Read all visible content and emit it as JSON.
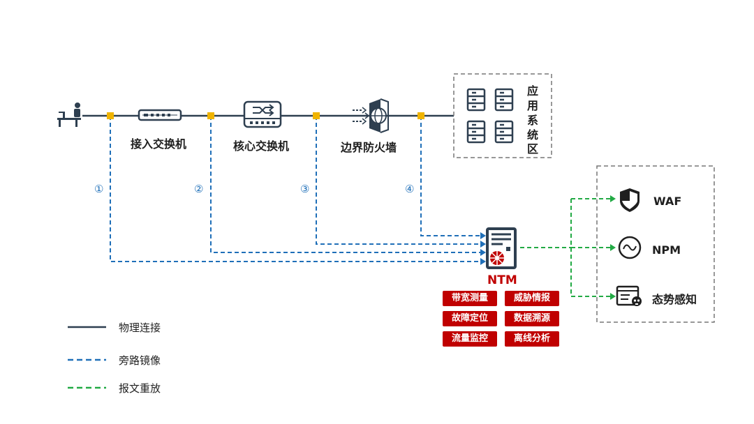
{
  "nodes": {
    "access_switch": "接入交换机",
    "core_switch": "核心交换机",
    "firewall": "边界防火墙",
    "app_zone": [
      "应",
      "用",
      "系",
      "统",
      "区"
    ],
    "ntm": "NTM"
  },
  "mirror_points": [
    "①",
    "②",
    "③",
    "④"
  ],
  "ntm_functions": [
    "带宽测量",
    "威胁情报",
    "故障定位",
    "数据溯源",
    "流量监控",
    "离线分析"
  ],
  "tools": [
    "WAF",
    "NPM",
    "态势感知"
  ],
  "legend": [
    {
      "label": "物理连接",
      "color": "#2e3f50"
    },
    {
      "label": "旁路镜像",
      "color": "#1f6fb8"
    },
    {
      "label": "报文重放",
      "color": "#22aa44"
    }
  ],
  "colors": {
    "physical": "#2e3f50",
    "mirror": "#1f6fb8",
    "replay": "#22aa44",
    "tap": "#f0b400",
    "accent": "#c00000"
  }
}
